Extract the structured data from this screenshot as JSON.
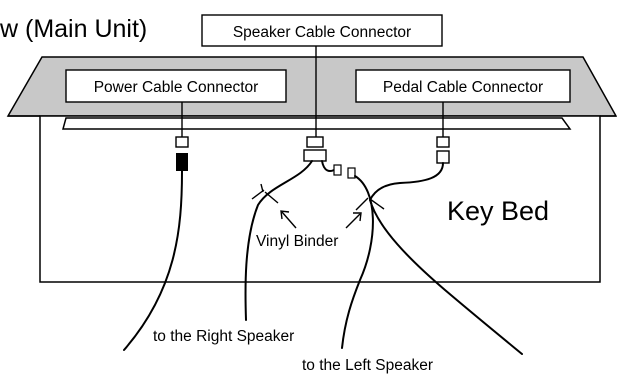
{
  "title": "w (Main Unit)",
  "labels": {
    "speaker_connector": "Speaker Cable Connector",
    "power_connector": "Power Cable Connector",
    "pedal_connector": "Pedal Cable Connector",
    "key_bed": "Key Bed",
    "vinyl_binder": "Vinyl Binder",
    "right_speaker": "to the Right Speaker",
    "left_speaker": "to the Left Speaker"
  },
  "colors": {
    "lid_fill": "#c8c8c8",
    "line": "#000000",
    "background": "#ffffff"
  }
}
